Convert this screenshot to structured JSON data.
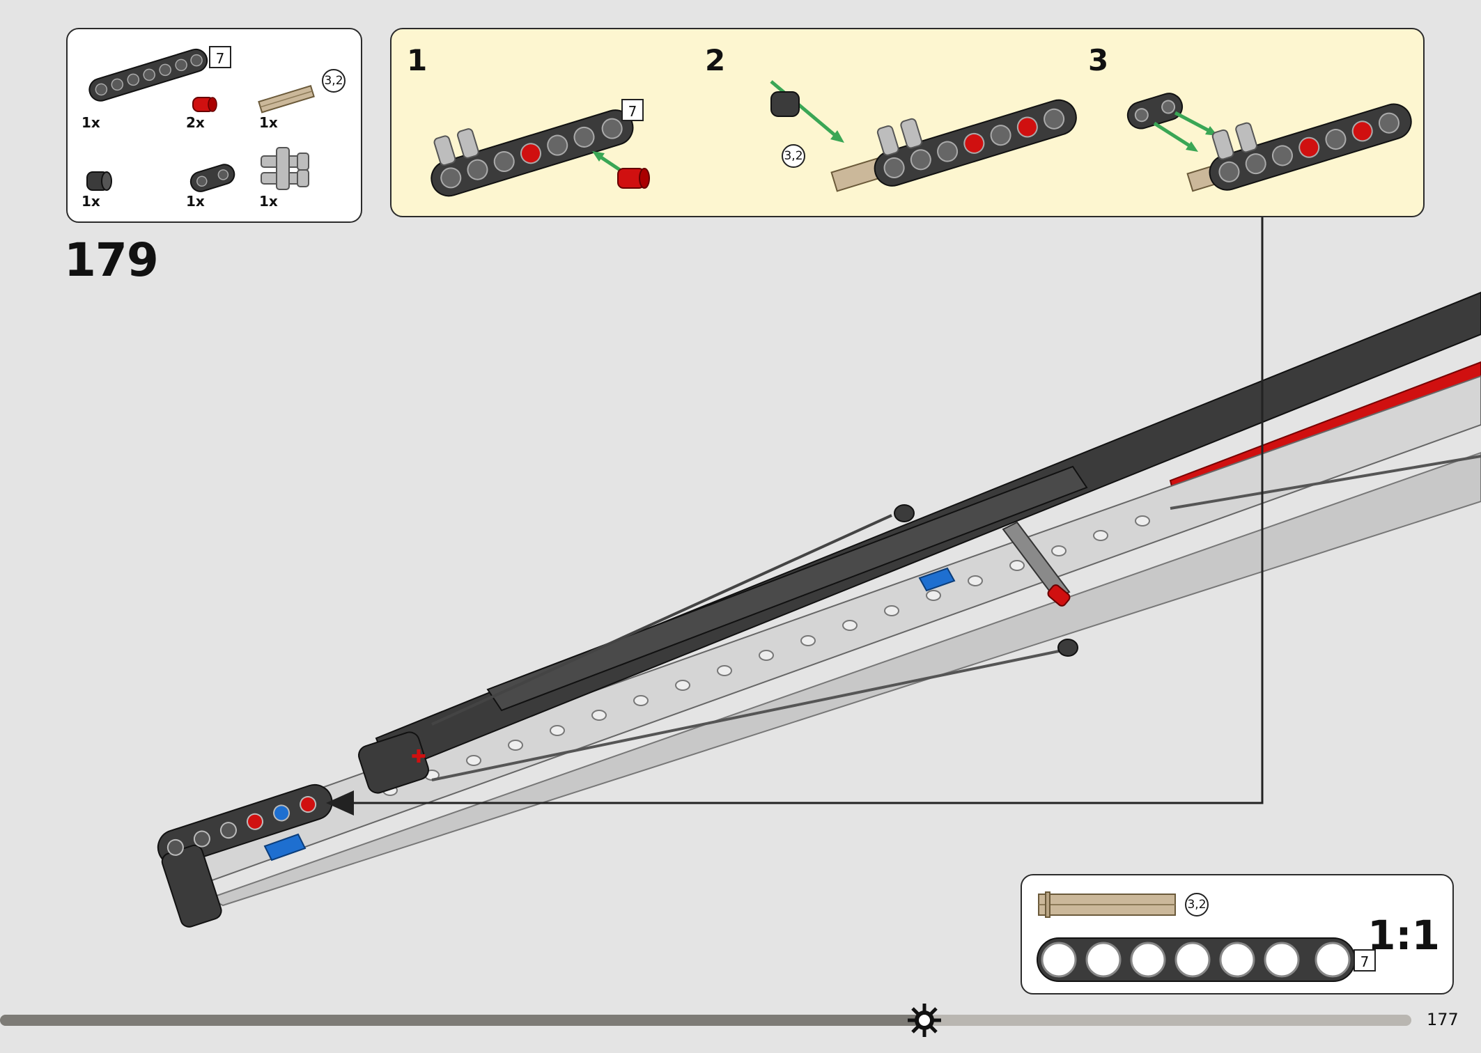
{
  "step": {
    "number": "179"
  },
  "parts_list": {
    "items": [
      {
        "name": "beam-7",
        "qty": "1x",
        "length": "7",
        "length_style": "box"
      },
      {
        "name": "pin-red",
        "qty": "2x"
      },
      {
        "name": "axle-tan",
        "qty": "1x",
        "length": "3,2",
        "length_style": "circle"
      },
      {
        "name": "bush",
        "qty": "1x"
      },
      {
        "name": "beam-2",
        "qty": "1x"
      },
      {
        "name": "connector-double",
        "qty": "1x"
      }
    ]
  },
  "sub_steps": [
    {
      "number": "1",
      "callout": "7"
    },
    {
      "number": "2",
      "callout": "3,2"
    },
    {
      "number": "3"
    }
  ],
  "scale_check": {
    "label": "1:1",
    "axle_length": "3,2",
    "beam_length": "7"
  },
  "page": {
    "number": "177"
  },
  "colors": {
    "background": "#e4e4e4",
    "substep_panel": "#fdf6d0",
    "beam_dark": "#3b3b3b",
    "beam_light": "#c8c8c8",
    "red_part": "#d01010",
    "blue_part": "#1e6fd0",
    "tan_axle": "#cbb89a",
    "arrow_green": "#3aa655"
  }
}
